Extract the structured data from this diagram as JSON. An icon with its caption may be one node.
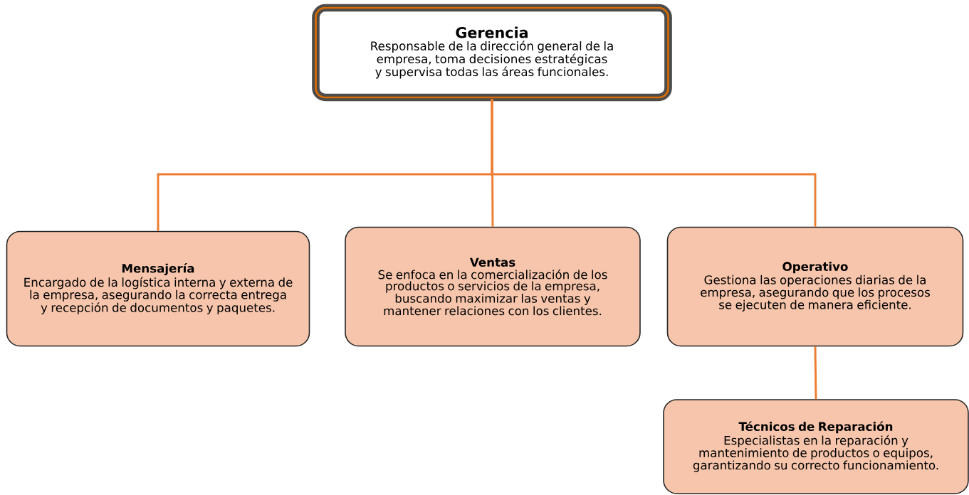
{
  "diagram": {
    "nodes": [
      {
        "text": [
          "Gerencia",
          "Responsable de la dirección general de la empresa, toma decisiones estratégicas y supervisa todas las áreas funcionales."
        ]
      },
      {
        "text": [
          "Mensajería",
          "Encargado de la logística interna y externa de la empresa, asegurando la correcta entrega y recepción de documentos y paquetes."
        ]
      },
      {
        "text": [
          "Ventas",
          "Se enfoca en la comercialización de los productos o servicios de la empresa, buscando maximizar las ventas y mantener relaciones con los clientes."
        ]
      },
      {
        "text": [
          "Operativo",
          "Gestiona las operaciones diarias de la empresa, asegurando que los procesos se ejecuten de manera eficiente."
        ]
      },
      {
        "text": [
          "Técnicos de Reparación",
          "Especialistas en la reparación y mantenimiento de productos o equipos, garantizando su correcto funcionamiento."
        ]
      }
    ],
    "edges": [
      {
        "from": 0,
        "to": 1,
        "arrow": "none",
        "color": "#ed7d31"
      },
      {
        "from": 0,
        "to": 2,
        "arrow": "none",
        "color": "#ed7d31"
      },
      {
        "from": 0,
        "to": 3,
        "arrow": "none",
        "color": "#ed7d31"
      },
      {
        "from": 3,
        "to": 4,
        "arrow": "none",
        "color": "#ed7d31"
      }
    ]
  }
}
